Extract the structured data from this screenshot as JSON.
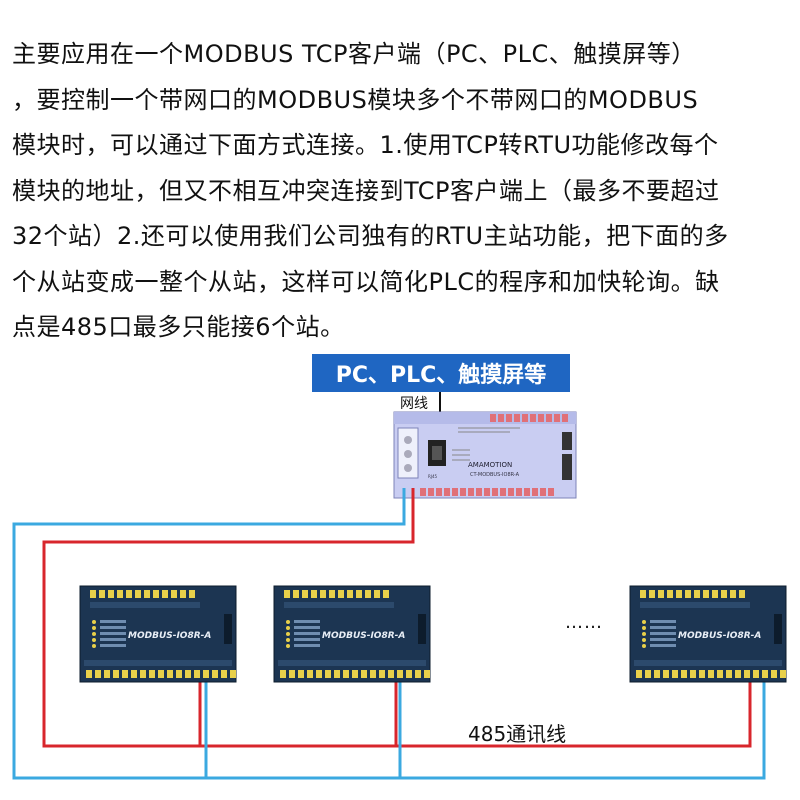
{
  "paragraph": {
    "lines": [
      "主要应用在一个MODBUS TCP客户端（PC、PLC、触摸屏等）",
      "，要控制一个带网口的MODBUS模块多个不带网口的MODBUS",
      "模块时，可以通过下面方式连接。1.使用TCP转RTU功能修改每个",
      "模块的地址，但又不相互冲突连接到TCP客户端上（最多不要超过",
      "32个站）2.还可以使用我们公司独有的RTU主站功能，把下面的多",
      "个从站变成一整个从站，这样可以简化PLC的程序和加快轮询。缺",
      "点是485口最多只能接6个站。"
    ]
  },
  "diagram": {
    "client_label": "PC、PLC、触摸屏等",
    "cable_label": "网线",
    "gateway": {
      "brand": "AMAMOTION",
      "model": "CT-MODBUS-IO8R-A",
      "port_label": "RJ45"
    },
    "slave_module_label": "MODBUS-IO8R-A",
    "ellipsis": "……",
    "bus_label": "485通讯线",
    "colors": {
      "client_box": "#1f66c2",
      "gateway_body": "#c9cdf2",
      "slave_body": "#1c3552",
      "wire_red": "#d8262c",
      "wire_blue": "#3ba9e0",
      "terminal_yellow": "#e8d04a"
    }
  }
}
